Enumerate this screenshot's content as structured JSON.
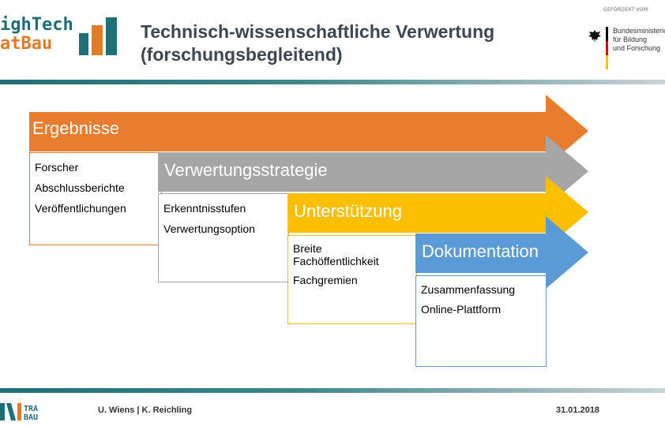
{
  "header": {
    "logo_line1": "ighTech",
    "logo_line2": "atBau",
    "title_line1": "Technisch-wissenschaftliche Verwertung",
    "title_line2": "(forschungsbegleitend)",
    "funder_small": "GEFÖRDERT VOM",
    "funder_line1": "Bundesministeriu",
    "funder_line2": "für Bildung",
    "funder_line3": "und Forschung"
  },
  "stages": [
    {
      "label": "Ergebnisse",
      "color": "#e87d2f",
      "items": [
        "Forscher",
        "Abschlussberichte",
        "Veröffentlichungen"
      ]
    },
    {
      "label": "Verwertungsstrategie",
      "color": "#a6a6a6",
      "items": [
        "Erkenntnisstufen",
        "Verwertungsoption"
      ]
    },
    {
      "label": "Unterstützung",
      "color": "#fcbf00",
      "items": [
        "Breite",
        "Fachöffentlichkeit",
        "Fachgremien"
      ]
    },
    {
      "label": "Dokumentation",
      "color": "#5b9bd5",
      "items": [
        "Zusammenfassung",
        "Online-Plattform"
      ]
    }
  ],
  "footer": {
    "logo_text": "TRA BAU",
    "authors": "U. Wiens | K. Reichling",
    "date": "31.01.2018"
  },
  "colors": {
    "teal": "#1f6f78",
    "orange": "#e87d2f",
    "gray": "#a6a6a6",
    "yellow": "#fcbf00",
    "blue": "#5b9bd5"
  }
}
